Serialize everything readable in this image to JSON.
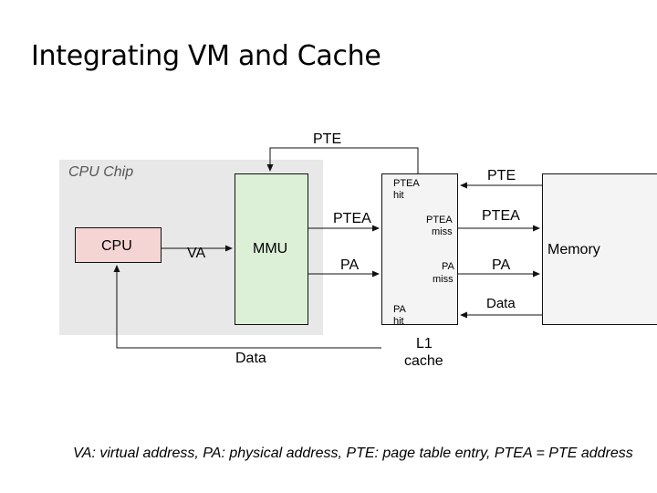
{
  "title": "Integrating VM and Cache",
  "chip_label": "CPU Chip",
  "components": {
    "cpu": "CPU",
    "mmu": "MMU",
    "memory": "Memory",
    "l1_cache_line1": "L1",
    "l1_cache_line2": "cache"
  },
  "signals": {
    "va": "VA",
    "pte_top": "PTE",
    "ptea_mmu": "PTEA",
    "pa_mmu": "PA",
    "data_bottom": "Data",
    "ptea_hit_1": "PTEA",
    "ptea_hit_2": "hit",
    "ptea_miss_1": "PTEA",
    "ptea_miss_2": "miss",
    "pa_miss_1": "PA",
    "pa_miss_2": "miss",
    "pa_hit_1": "PA",
    "pa_hit_2": "hit",
    "pte_mem": "PTE",
    "ptea_mem": "PTEA",
    "pa_mem": "PA",
    "data_mem": "Data"
  },
  "footnote": "VA: virtual address, PA: physical address, PTE: page table entry, PTEA = PTE address"
}
